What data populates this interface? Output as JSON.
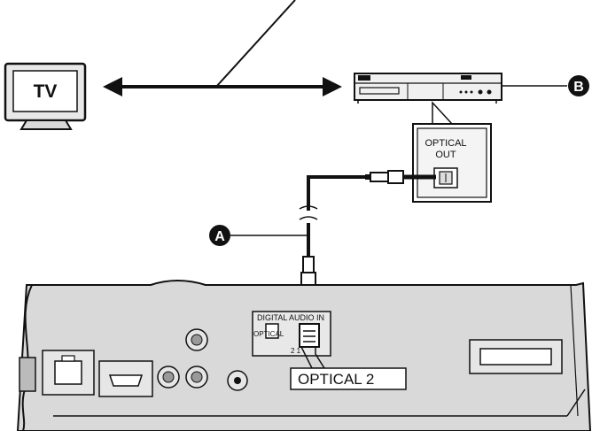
{
  "tv": {
    "label": "TV"
  },
  "recorder_port": {
    "line1": "OPTICAL",
    "line2": "OUT"
  },
  "callouts": {
    "a": "A",
    "b": "B"
  },
  "receiver": {
    "section_label": "DIGITAL AUDIO IN",
    "port_1_label": "OPTICAL",
    "port_numbers": "2  1",
    "input_2_label": "OPTICAL 2"
  }
}
